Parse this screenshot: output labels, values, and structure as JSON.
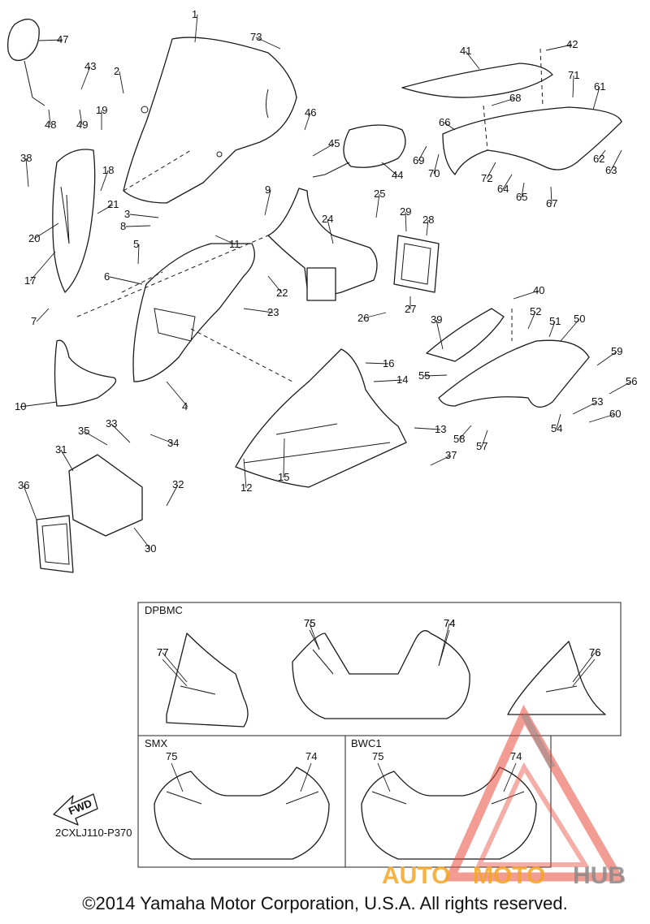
{
  "diagram": {
    "part_numbers": [
      "1",
      "2",
      "3",
      "4",
      "5",
      "6",
      "7",
      "8",
      "9",
      "10",
      "11",
      "12",
      "13",
      "14",
      "15",
      "16",
      "17",
      "18",
      "19",
      "20",
      "21",
      "22",
      "23",
      "24",
      "25",
      "26",
      "27",
      "28",
      "29",
      "30",
      "31",
      "32",
      "33",
      "34",
      "35",
      "36",
      "37",
      "38",
      "39",
      "40",
      "41",
      "42",
      "43",
      "44",
      "45",
      "46",
      "47",
      "48",
      "49",
      "50",
      "51",
      "52",
      "53",
      "54",
      "55",
      "56",
      "57",
      "58",
      "59",
      "60",
      "61",
      "62",
      "63",
      "64",
      "65",
      "66",
      "67",
      "68",
      "69",
      "70",
      "71",
      "72",
      "73",
      "74",
      "75",
      "76",
      "77"
    ],
    "variants": {
      "dpbmc": {
        "label": "DPBMC",
        "callouts": [
          "75",
          "74",
          "77",
          "76"
        ]
      },
      "smx": {
        "label": "SMX",
        "callouts": [
          "75",
          "74"
        ]
      },
      "bwc1": {
        "label": "BWC1",
        "callouts": [
          "75",
          "74"
        ]
      }
    },
    "fwd_label": "FWD",
    "diagram_code": "2CXLJ110-P370",
    "watermark": {
      "auto": "AUTO",
      "moto": "MOTO",
      "hub": "HUB"
    },
    "colors": {
      "watermark_red": "#e84a3c",
      "watermark_orange": "#f5a623",
      "watermark_gray": "#8a8a8a"
    }
  },
  "footer": {
    "copyright": "©2014 Yamaha Motor Corporation, U.S.A. All rights reserved."
  }
}
